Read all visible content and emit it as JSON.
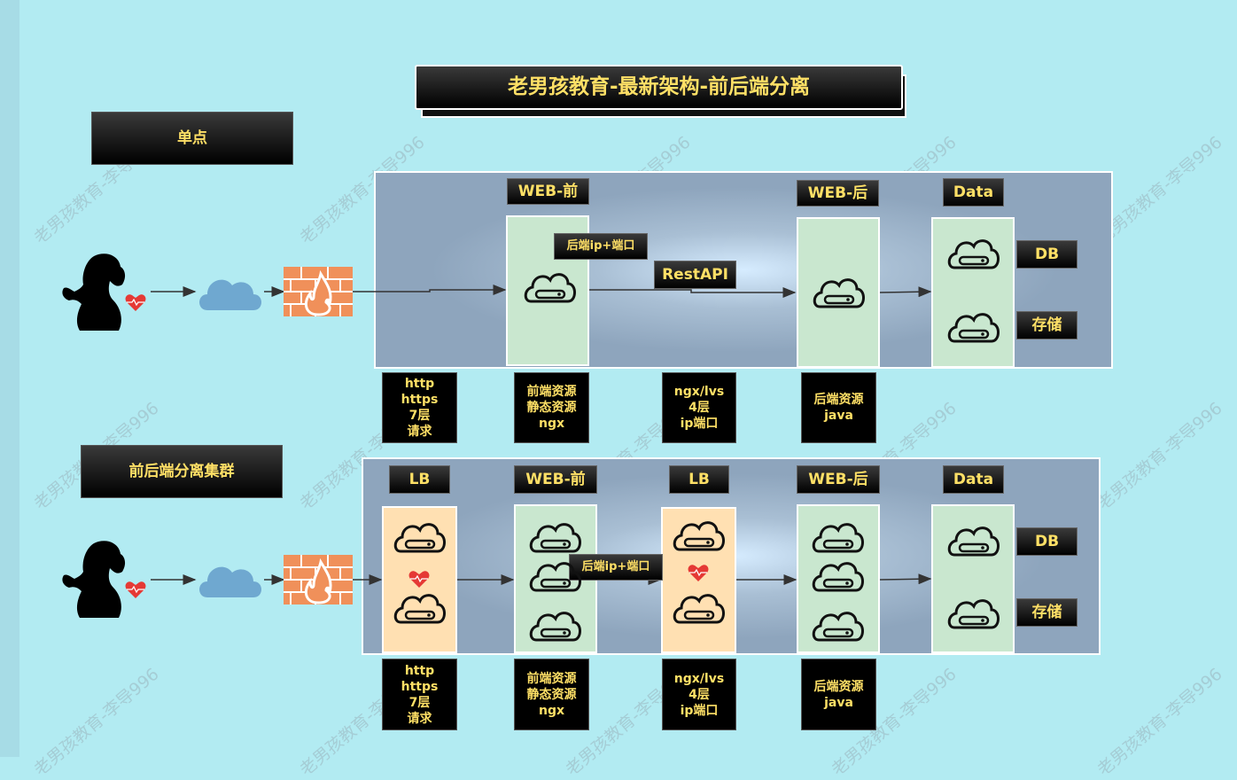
{
  "title": "老男孩教育-最新架构-前后端分离",
  "watermark": "老男孩教育-李导996",
  "single": {
    "label": "单点",
    "web_front": "WEB-前",
    "web_back": "WEB-后",
    "data": "Data",
    "backend_ip_port": "后端ip+端口",
    "restapi": "RestAPI",
    "db": "DB",
    "storage": "存储",
    "notes": [
      [
        "http",
        "https",
        "7层",
        "请求"
      ],
      [
        "前端资源",
        "静态资源",
        "ngx"
      ],
      [
        "ngx/lvs",
        "4层",
        "ip端口"
      ],
      [
        "后端资源",
        "java"
      ]
    ]
  },
  "cluster": {
    "label": "前后端分离集群",
    "lb1": "LB",
    "web_front": "WEB-前",
    "lb2": "LB",
    "web_back": "WEB-后",
    "data": "Data",
    "backend_ip_port": "后端ip+端口",
    "db": "DB",
    "storage": "存储",
    "notes": [
      [
        "http",
        "https",
        "7层",
        "请求"
      ],
      [
        "前端资源",
        "静态资源",
        "ngx"
      ],
      [
        "ngx/lvs",
        "4层",
        "ip端口"
      ],
      [
        "后端资源",
        "java"
      ]
    ]
  },
  "colors": {
    "background": "#b2ebf2",
    "label_text": "#ffe066",
    "panel": "#8ea5bd",
    "server_column": "#c9e7cf",
    "lb_column": "#ffe0b2",
    "cloud": "#6fa8d0",
    "firewall": "#f0905a"
  },
  "icons": [
    "user-silhouette-icon",
    "heart-icon",
    "cloud-icon",
    "firewall-icon",
    "server-cloud-icon"
  ]
}
